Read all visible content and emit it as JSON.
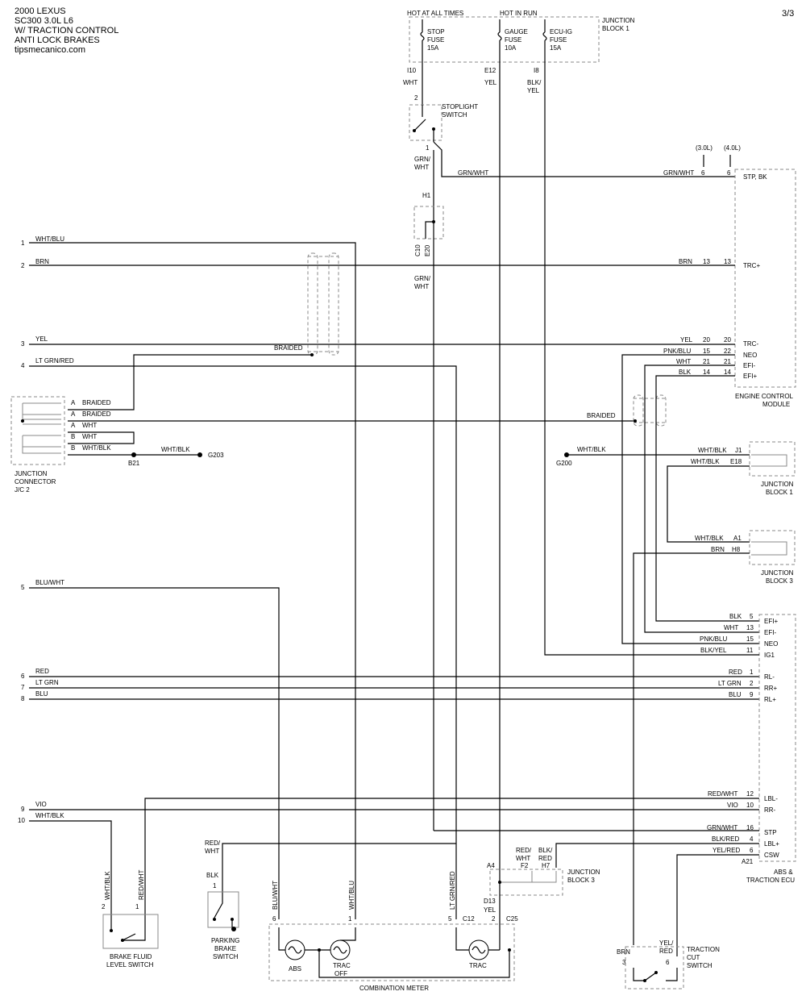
{
  "header": {
    "line1": "2000 LEXUS",
    "line2": "SC300  3.0L  L6",
    "line3": "W/ TRACTION CONTROL",
    "line4": "ANTI LOCK BRAKES",
    "site": "tipsmecanico.com",
    "page": "3/3"
  },
  "top": {
    "hot_all": "HOT AT ALL TIMES",
    "hot_run": "HOT IN RUN",
    "jb1_a": "JUNCTION",
    "jb1_b": "BLOCK 1",
    "fuse1_a": "STOP",
    "fuse1_b": "FUSE",
    "fuse1_c": "15A",
    "fuse2_a": "GAUGE",
    "fuse2_b": "FUSE",
    "fuse2_c": "10A",
    "fuse3_a": "ECU-IG",
    "fuse3_b": "FUSE",
    "fuse3_c": "15A",
    "pin_i10": "I10",
    "pin_e12": "E12",
    "pin_i8": "I8",
    "c_wht": "WHT",
    "c_yel": "YEL",
    "c_blk": "BLK/",
    "c_yel2": "YEL"
  },
  "stoplight": {
    "pin2": "2",
    "pin1": "1",
    "label_a": "STOPLIGHT",
    "label_b": "SWITCH",
    "c_grn": "GRN/",
    "c_wht": "WHT",
    "c_mid": "GRN/WHT"
  },
  "h1": {
    "label": "H1",
    "c10": "C10",
    "e20": "E20",
    "c_grn": "GRN/",
    "c_wht": "WHT"
  },
  "ecm": {
    "v30": "(3.0L)",
    "v40": "(4.0L)",
    "stp_color": "GRN/WHT",
    "stp_p1": "6",
    "stp_p2": "6",
    "stp_name": "STP, BK",
    "trcp_color": "BRN",
    "trcp_p1": "13",
    "trcp_p2": "13",
    "trcp_name": "TRC+",
    "trcm_color": "YEL",
    "trcm_p1": "20",
    "trcm_p2": "20",
    "trcm_name": "TRC-",
    "neo_color": "PNK/BLU",
    "neo_p1": "15",
    "neo_p2": "22",
    "neo_name": "NEO",
    "efim_color": "WHT",
    "efim_p1": "21",
    "efim_p2": "21",
    "efim_name": "EFI-",
    "efip_color": "BLK",
    "efip_p1": "14",
    "efip_p2": "14",
    "efip_name": "EFI+",
    "label_a": "ENGINE CONTROL",
    "label_b": "MODULE",
    "braided_r": "BRAIDED"
  },
  "left": {
    "w1_n": "1",
    "w1_c": "WHT/BLU",
    "w2_n": "2",
    "w2_c": "BRN",
    "w3_n": "3",
    "w3_c": "YEL",
    "w4_n": "4",
    "w4_c": "LT GRN/RED",
    "braided": "BRAIDED",
    "w5_n": "5",
    "w5_c": "BLU/WHT",
    "w6_n": "6",
    "w6_c": "RED",
    "w7_n": "7",
    "w7_c": "LT GRN",
    "w8_n": "8",
    "w8_c": "BLU",
    "w9_n": "9",
    "w9_c": "VIO",
    "w10_n": "10",
    "w10_c": "WHT/BLK"
  },
  "jc2": {
    "r1_p": "A",
    "r1_c": "BRAIDED",
    "r2_p": "A",
    "r2_c": "BRAIDED",
    "r3_p": "A",
    "r3_c": "WHT",
    "r4_p": "B",
    "r4_c": "WHT",
    "r5_p": "B",
    "r5_c": "WHT/BLK",
    "b21": "B21",
    "g_color": "WHT/BLK",
    "g203": "G203",
    "label_a": "JUNCTION",
    "label_b": "CONNECTOR",
    "label_c": "J/C 2"
  },
  "jb1r": {
    "g200": "G200",
    "g_color": "WHT/BLK",
    "j1_color": "WHT/BLK",
    "j1_pin": "J1",
    "e18_color": "WHT/BLK",
    "e18_pin": "E18",
    "label_a": "JUNCTION",
    "label_b": "BLOCK 1"
  },
  "jb3r": {
    "a1_color": "WHT/BLK",
    "a1_pin": "A1",
    "h8_color": "BRN",
    "h8_pin": "H8",
    "label_a": "JUNCTION",
    "label_b": "BLOCK 3"
  },
  "abs": {
    "efip_c": "BLK",
    "efip_p": "5",
    "efip_n": "EFI+",
    "efim_c": "WHT",
    "efim_p": "13",
    "efim_n": "EFI-",
    "neo_c": "PNK/BLU",
    "neo_p": "15",
    "neo_n": "NEO",
    "ig1_c": "BLK/YEL",
    "ig1_p": "11",
    "ig1_n": "IG1",
    "rlm_c": "RED",
    "rlm_p": "1",
    "rlm_n": "RL-",
    "rrp_c": "LT GRN",
    "rrp_p": "2",
    "rrp_n": "RR+",
    "rlp_c": "BLU",
    "rlp_p": "9",
    "rlp_n": "RL+",
    "lblm_c": "RED/WHT",
    "lblm_p": "12",
    "lblm_n": "LBL-",
    "rrm_c": "VIO",
    "rrm_p": "10",
    "rrm_n": "RR-",
    "stp_c": "GRN/WHT",
    "stp_p": "16",
    "stp_n": "STP",
    "lblp_c": "BLK/RED",
    "lblp_p": "4",
    "lblp_n": "LBL+",
    "csw_c": "YEL/RED",
    "csw_p": "6",
    "csw_n": "CSW",
    "a21": "A21",
    "label_a": "ABS &",
    "label_b": "TRACTION ECU"
  },
  "bottom": {
    "bf_c1": "WHT/BLK",
    "bf_c2": "RED/WHT",
    "bf_p2": "2",
    "bf_p1": "1",
    "bf_label_a": "BRAKE FLUID",
    "bf_label_b": "LEVEL SWITCH",
    "pb_c1": "RED/",
    "pb_c2": "WHT",
    "pb_c3": "BLK",
    "pb_p1": "1",
    "pb_label_a": "PARKING",
    "pb_label_b": "BRAKE",
    "pb_label_c": "SWITCH",
    "cm_c_bluwht": "BLU/WHT",
    "cm_c_whtblu": "WHT/BLU",
    "cm_c_ltgrn": "LT GRN/RED",
    "cm_p6": "6",
    "cm_p1": "1",
    "cm_p5": "5",
    "cm_c12": "C12",
    "cm_p2": "2",
    "cm_c25": "C25",
    "cm_abs": "ABS",
    "cm_trac_a": "TRAC",
    "cm_trac_b": "OFF",
    "cm_trac": "TRAC",
    "cm_label": "COMBINATION METER",
    "jb3_a4": "A4",
    "jb3_c1": "RED/",
    "jb3_c2": "WHT",
    "jb3_f2": "F2",
    "jb3_c3": "BLK/",
    "jb3_c4": "RED",
    "jb3_h7": "H7",
    "jb3_d13": "D13",
    "jb3_yel": "YEL",
    "jb3_label_a": "JUNCTION",
    "jb3_label_b": "BLOCK 3",
    "tc_brn": "BRN",
    "tc_yel_a": "YEL/",
    "tc_yel_b": "RED",
    "tc_p3": "3",
    "tc_p6": "6",
    "tc_label_a": "TRACTION",
    "tc_label_b": "CUT",
    "tc_label_c": "SWITCH"
  }
}
